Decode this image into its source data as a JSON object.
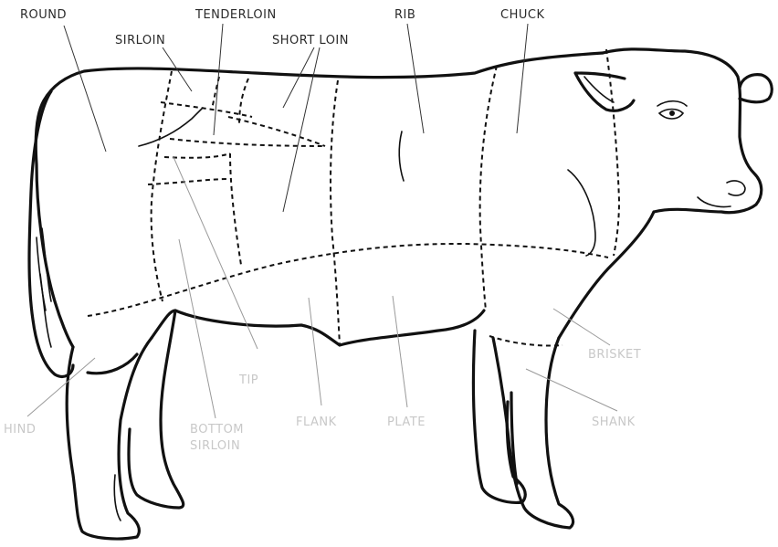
{
  "labels": {
    "round": "ROUND",
    "sirloin": "SIRLOIN",
    "tenderloin": "TENDERLOIN",
    "short_loin": "SHORT LOIN",
    "rib": "RIB",
    "chuck": "CHUCK",
    "brisket": "BRISKET",
    "shank": "SHANK",
    "plate": "PLATE",
    "flank": "FLANK",
    "tip": "TIP",
    "hind_shank": "HIND",
    "bottom_sirloin": "BOTTOM",
    "bottom_sirloin_2": "SIRLOIN"
  }
}
